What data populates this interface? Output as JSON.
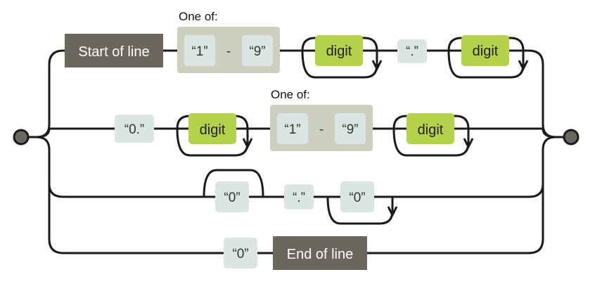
{
  "colors": {
    "line": "#1a1a1a",
    "anchor_bg": "#6b665e",
    "anchor_text": "#ffffff",
    "charset_bg": "#cfcfc0",
    "literal_bg": "#dbe6e4",
    "digit_bg": "#b5d34a",
    "terminal": "#6b665e"
  },
  "anchors": {
    "start": "Start of line",
    "end": "End of line"
  },
  "row1": {
    "one_of_label": "One of:",
    "range_from": "“1”",
    "range_dash": "-",
    "range_to": "“9”",
    "digit_a": "digit",
    "dot": "“.”",
    "digit_b": "digit"
  },
  "row2": {
    "zero_dot": "“0.”",
    "digit_a": "digit",
    "one_of_label": "One of:",
    "range_from": "“1”",
    "range_dash": "-",
    "range_to": "“9”",
    "digit_b": "digit"
  },
  "row3": {
    "zero": "“0”",
    "dot": "“.”",
    "zero_repeat": "“0”"
  },
  "row4": {
    "zero": "“0”"
  }
}
